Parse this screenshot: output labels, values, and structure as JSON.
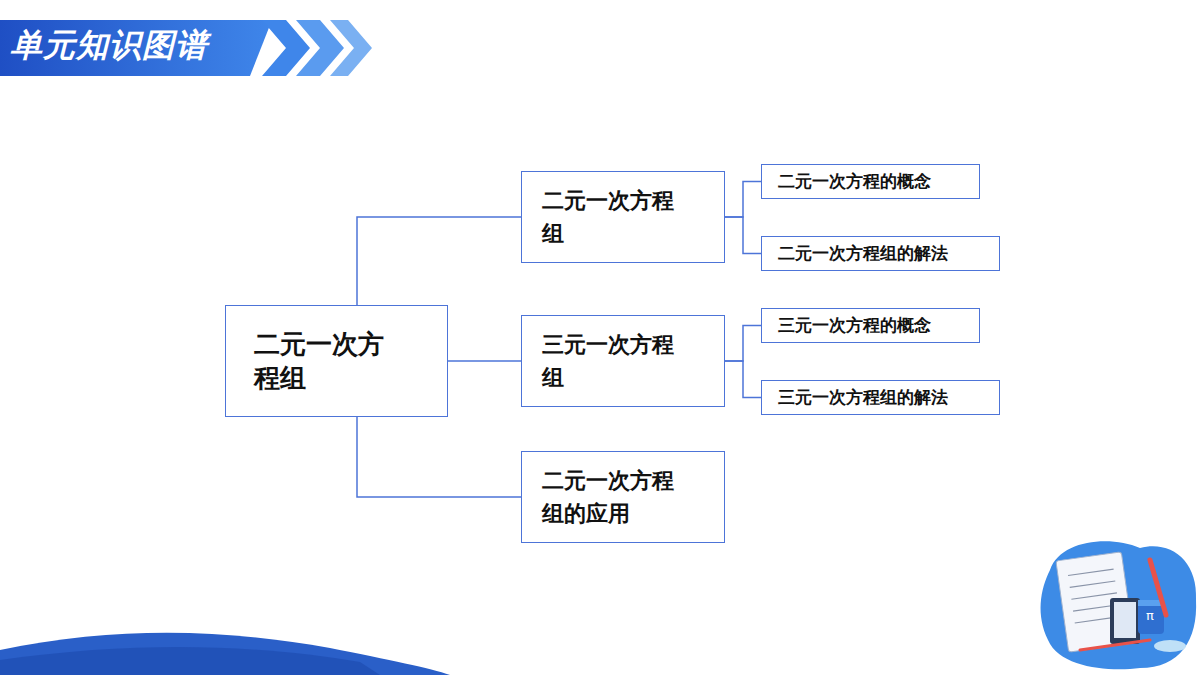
{
  "diagram": {
    "title": "单元知识图谱",
    "nodes": [
      {
        "text": [
          "二元一次方程组"
        ]
      },
      {
        "text": [
          "二元一次方程组"
        ]
      },
      {
        "text": [
          "二元一次方程的概念"
        ]
      },
      {
        "text": [
          "二元一次方程组的解法"
        ]
      },
      {
        "text": [
          "三元一次方程组"
        ]
      },
      {
        "text": [
          "三元一次方程的概念"
        ]
      },
      {
        "text": [
          "三元一次方程组的解法"
        ]
      },
      {
        "text": [
          "二元一次方程组的应用"
        ]
      }
    ],
    "edges": [
      {
        "from": 0,
        "to": 1,
        "arrow": "none"
      },
      {
        "from": 0,
        "to": 4,
        "arrow": "none"
      },
      {
        "from": 0,
        "to": 7,
        "arrow": "none"
      },
      {
        "from": 1,
        "to": 2,
        "arrow": "none"
      },
      {
        "from": 1,
        "to": 3,
        "arrow": "none"
      },
      {
        "from": 4,
        "to": 5,
        "arrow": "none"
      },
      {
        "from": 4,
        "to": 6,
        "arrow": "none"
      }
    ],
    "labels": [
      "π"
    ]
  }
}
